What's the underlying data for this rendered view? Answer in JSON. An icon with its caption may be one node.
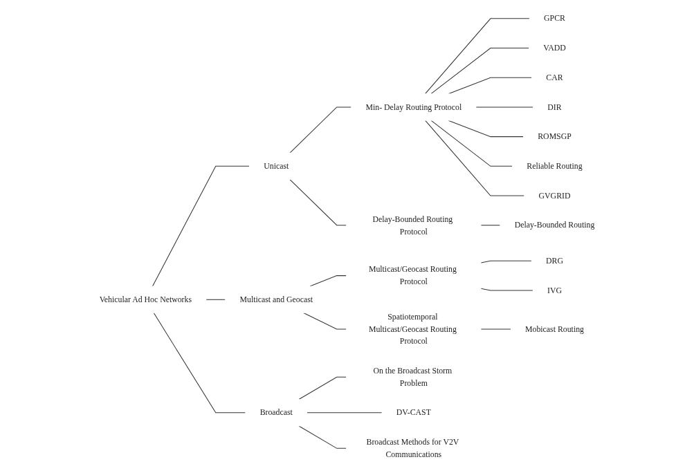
{
  "diagram": {
    "nodes": [
      {
        "text": [
          "Vehicular Ad Hoc Networks"
        ]
      },
      {
        "text": [
          "Unicast"
        ]
      },
      {
        "text": [
          "Min- Delay Routing Protocol"
        ]
      },
      {
        "text": [
          "GPCR"
        ]
      },
      {
        "text": [
          "VADD"
        ]
      },
      {
        "text": [
          "CAR"
        ]
      },
      {
        "text": [
          "DIR"
        ]
      },
      {
        "text": [
          "ROMSGP"
        ]
      },
      {
        "text": [
          "Reliable Routing"
        ]
      },
      {
        "text": [
          "GVGRID"
        ]
      },
      {
        "text": [
          "Delay-Bounded Routing Protocol"
        ]
      },
      {
        "text": [
          "Delay-Bounded Routing"
        ]
      },
      {
        "text": [
          "Multicast and Geocast"
        ]
      },
      {
        "text": [
          "Multicast/Geocast Routing Protocol"
        ]
      },
      {
        "text": [
          "DRG"
        ]
      },
      {
        "text": [
          "IVG"
        ]
      },
      {
        "text": [
          "Spatiotemporal Multicast/Geocast Routing Protocol"
        ]
      },
      {
        "text": [
          "Mobicast Routing"
        ]
      },
      {
        "text": [
          "Broadcast"
        ]
      },
      {
        "text": [
          "On the Broadcast Storm Problem"
        ]
      },
      {
        "text": [
          "DV-CAST"
        ]
      },
      {
        "text": [
          "Broadcast Methods for V2V Communications"
        ]
      }
    ],
    "edges": [
      {
        "from": 0,
        "to": 1,
        "arrow": "none"
      },
      {
        "from": 0,
        "to": 12,
        "arrow": "none"
      },
      {
        "from": 0,
        "to": 18,
        "arrow": "none"
      },
      {
        "from": 1,
        "to": 2,
        "arrow": "none"
      },
      {
        "from": 1,
        "to": 10,
        "arrow": "none"
      },
      {
        "from": 2,
        "to": 3,
        "arrow": "none"
      },
      {
        "from": 2,
        "to": 4,
        "arrow": "none"
      },
      {
        "from": 2,
        "to": 5,
        "arrow": "none"
      },
      {
        "from": 2,
        "to": 6,
        "arrow": "none"
      },
      {
        "from": 2,
        "to": 7,
        "arrow": "none"
      },
      {
        "from": 2,
        "to": 8,
        "arrow": "none"
      },
      {
        "from": 2,
        "to": 9,
        "arrow": "none"
      },
      {
        "from": 10,
        "to": 11,
        "arrow": "none"
      },
      {
        "from": 12,
        "to": 13,
        "arrow": "none"
      },
      {
        "from": 12,
        "to": 16,
        "arrow": "none"
      },
      {
        "from": 13,
        "to": 14,
        "arrow": "none"
      },
      {
        "from": 13,
        "to": 15,
        "arrow": "none"
      },
      {
        "from": 16,
        "to": 17,
        "arrow": "none"
      },
      {
        "from": 18,
        "to": 19,
        "arrow": "none"
      },
      {
        "from": 18,
        "to": 20,
        "arrow": "none"
      },
      {
        "from": 18,
        "to": 21,
        "arrow": "none"
      }
    ]
  }
}
